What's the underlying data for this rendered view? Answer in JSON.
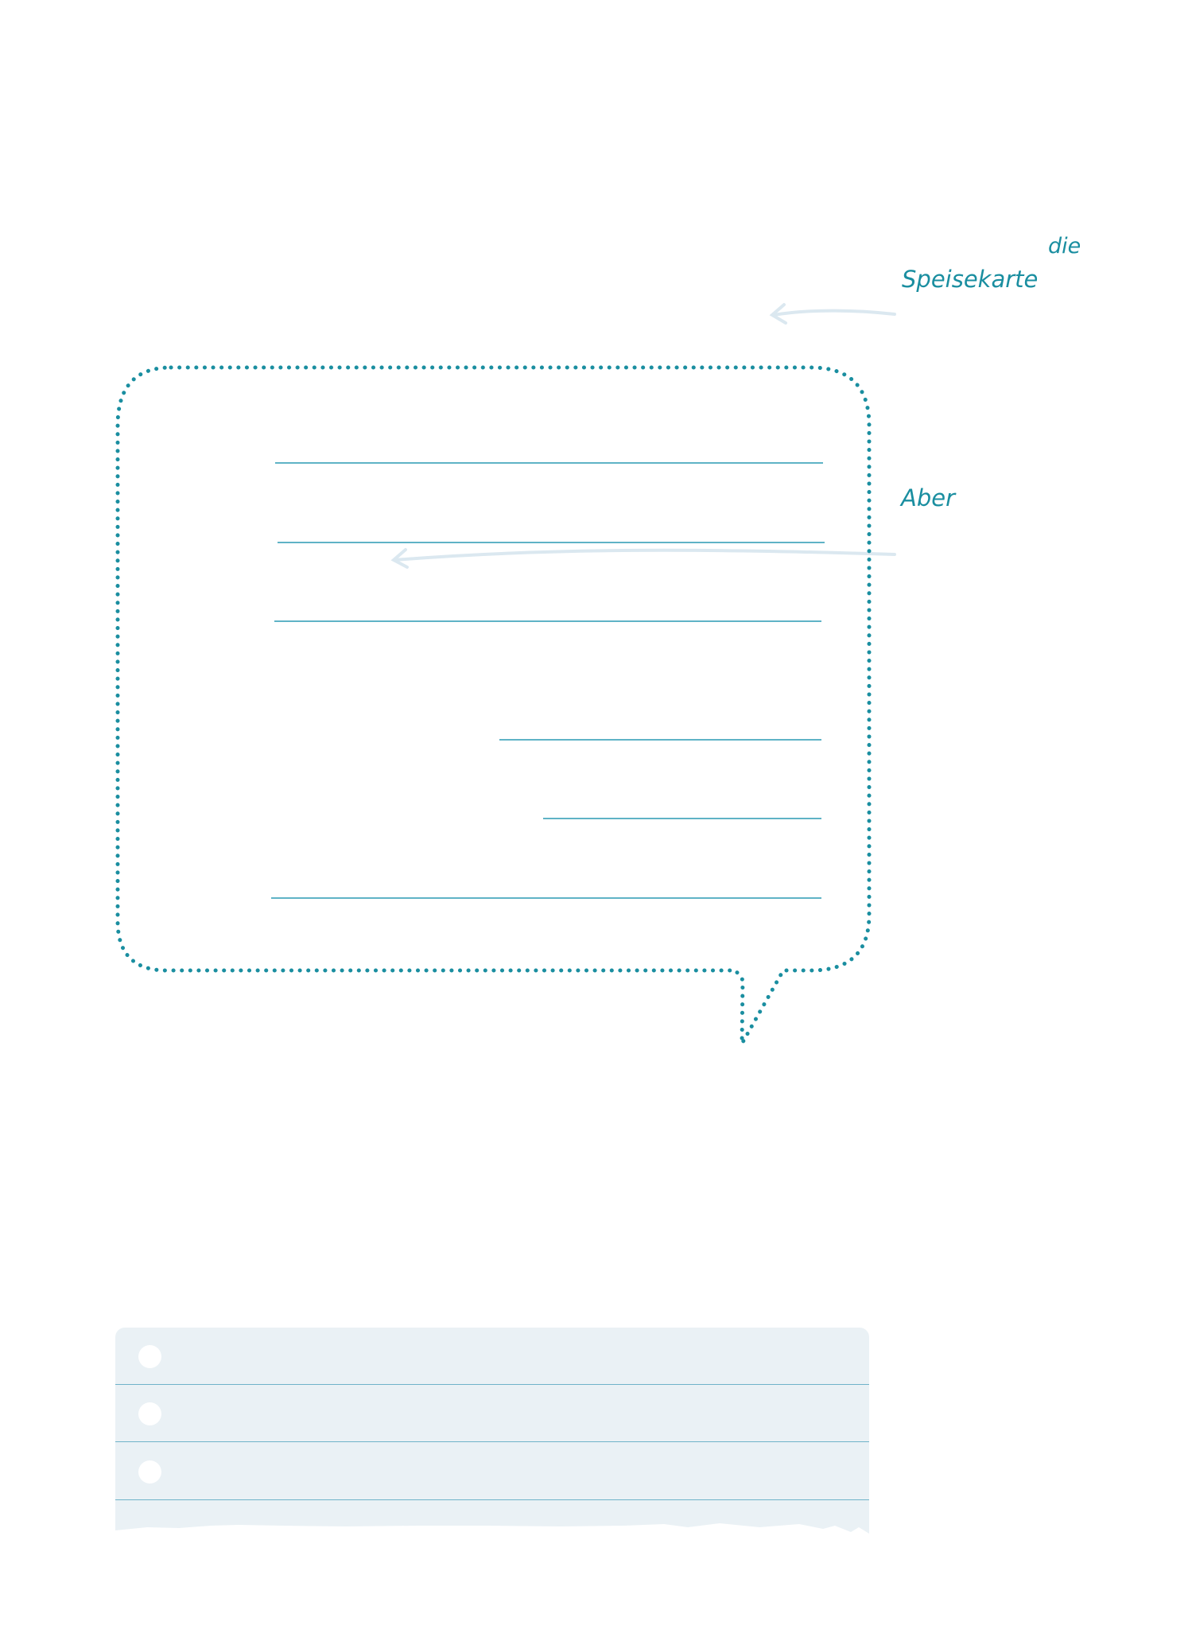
{
  "annotations": {
    "article": "die",
    "noun": "Speisekarte",
    "connector": "Aber"
  },
  "speech_bubble": {
    "line_count": 6
  },
  "checklist": {
    "row_count": 3
  },
  "colors": {
    "accent": "#1a8ea0",
    "line": "#2a9ab3",
    "arrow": "#dbe8f0",
    "panel": "#eaf1f5",
    "divider": "#6fb3c9"
  }
}
